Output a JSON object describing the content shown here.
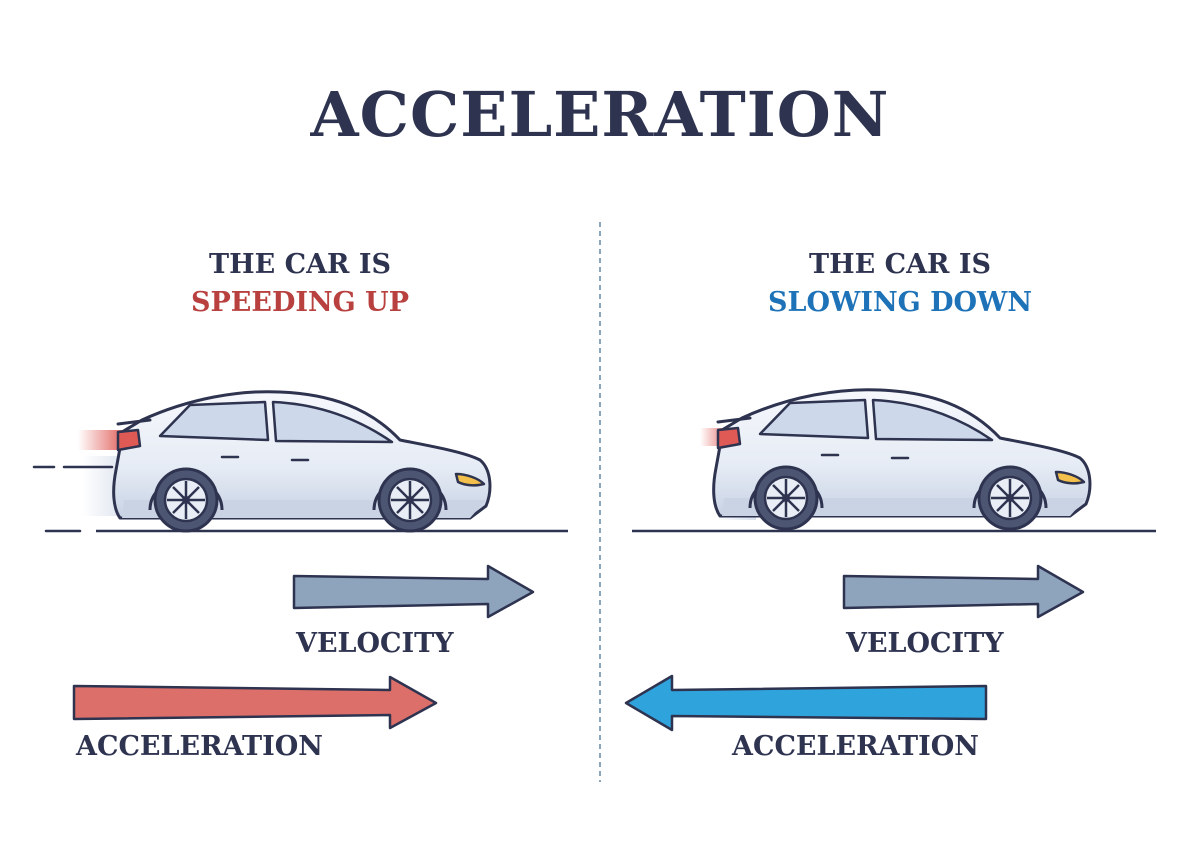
{
  "title": "ACCELERATION",
  "panels": [
    {
      "heading_line1": "THE CAR IS",
      "heading_line2": "SPEEDING UP",
      "heading_color": "#b8413f",
      "velocity_label": "VELOCITY",
      "acceleration_label": "ACCELERATION",
      "velocity_direction": "right",
      "acceleration_direction": "right",
      "acceleration_color": "#dd6f6a"
    },
    {
      "heading_line1": "THE CAR IS",
      "heading_line2": "SLOWING DOWN",
      "heading_color": "#1d72b8",
      "velocity_label": "VELOCITY",
      "acceleration_label": "ACCELERATION",
      "velocity_direction": "right",
      "acceleration_direction": "left",
      "acceleration_color": "#2ea3dc"
    }
  ],
  "colors": {
    "outline": "#2e3350",
    "velocity_arrow": "#8ea4bd",
    "car_body": "#eef2f8",
    "car_shade": "#c9d3e3",
    "window": "#cdd9ea",
    "tail_light": "#e05a55",
    "head_light": "#f3c14b"
  },
  "icons": [
    "car-icon",
    "wheel-icon",
    "motion-lines-icon",
    "arrow-icon"
  ]
}
